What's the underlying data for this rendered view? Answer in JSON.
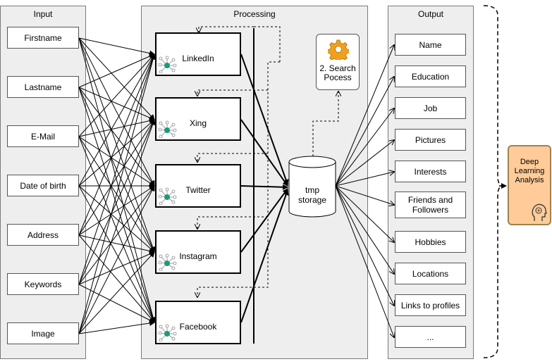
{
  "panels": {
    "input": "Input",
    "processing": "Processing",
    "output": "Output"
  },
  "inputs": [
    "Firstname",
    "Lastname",
    "E-Mail",
    "Date of birth",
    "Address",
    "Keywords",
    "Image"
  ],
  "networks": [
    "LinkedIn",
    "Xing",
    "Twitter",
    "Instagram",
    "Facebook"
  ],
  "search": {
    "line1": "2. Search",
    "line2": "Pocess",
    "icon": "gear-icon"
  },
  "storage": {
    "line1": "tmp",
    "line2": "storage"
  },
  "outputs": [
    "Name",
    "Education",
    "Job",
    "Pictures",
    "Interests",
    "Friends and Followers",
    "Hobbies",
    "Locations",
    "Links to profiles",
    "..."
  ],
  "deep_learning": {
    "line1": "Deep",
    "line2": "Learning",
    "line3": "Analysis",
    "icon": "brain-head-icon"
  },
  "colors": {
    "panel_bg": "#eeeeee",
    "node_green": "#1a9a7a",
    "gear_orange": "#f0a020",
    "dl_fill": "#ffcc99"
  }
}
